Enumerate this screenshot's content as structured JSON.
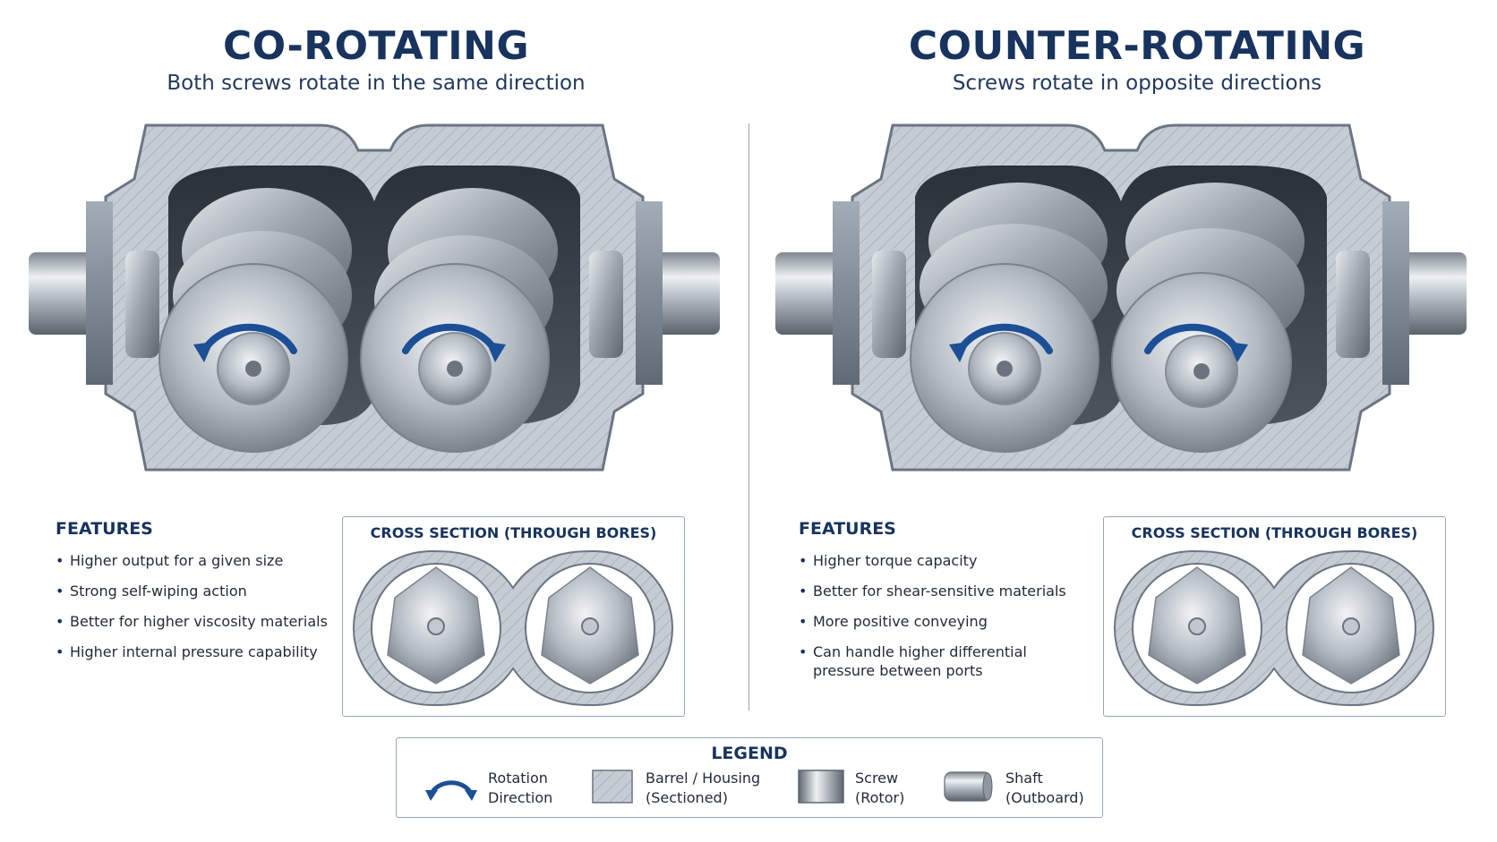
{
  "colors": {
    "accent": "#17335e",
    "arrow": "#1c4f96",
    "metal": "#b9c0c8",
    "housing": "#8c97a3"
  },
  "co_rotating": {
    "title": "CO-ROTATING",
    "subtitle": "Both screws rotate in the same direction",
    "features_heading": "FEATURES",
    "features": [
      "Higher output for a given size",
      "Strong self-wiping action",
      "Better for higher viscosity materials",
      "Higher internal pressure capability"
    ],
    "cross_section_title": "CROSS SECTION (THROUGH BORES)",
    "arrows": [
      "counterclockwise",
      "clockwise"
    ]
  },
  "counter_rotating": {
    "title": "COUNTER-ROTATING",
    "subtitle": "Screws rotate in opposite directions",
    "features_heading": "FEATURES",
    "features": [
      "Higher torque capacity",
      "Better for shear-sensitive materials",
      "More positive conveying",
      "Can handle higher differential pressure between ports"
    ],
    "cross_section_title": "CROSS SECTION (THROUGH BORES)",
    "arrows": [
      "counterclockwise",
      "clockwise"
    ]
  },
  "legend": {
    "title": "LEGEND",
    "items": [
      {
        "icon": "rotation-arrow-icon",
        "line1": "Rotation",
        "line2": "Direction"
      },
      {
        "icon": "hatched-barrel-icon",
        "line1": "Barrel / Housing",
        "line2": "(Sectioned)"
      },
      {
        "icon": "screw-rotor-icon",
        "line1": "Screw",
        "line2": "(Rotor)"
      },
      {
        "icon": "shaft-icon",
        "line1": "Shaft",
        "line2": "(Outboard)"
      }
    ]
  }
}
